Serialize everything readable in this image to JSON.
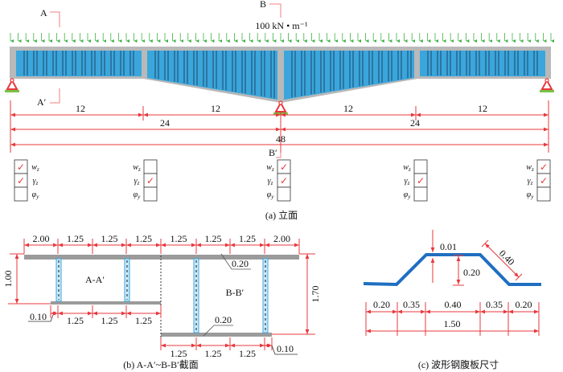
{
  "elevation": {
    "section_a_label": "A",
    "section_a_prime_label": "A′",
    "section_b_label": "B",
    "section_b_prime_label": "B′",
    "load_label": "100 kN • m⁻¹",
    "span_dims": [
      "12",
      "12",
      "12",
      "12"
    ],
    "half_dims": [
      "24",
      "24"
    ],
    "total_dim": "48",
    "caption": "(a)  立面",
    "dof_labels": [
      "w",
      "γ",
      "φ"
    ],
    "dof_subs": [
      "z",
      "z",
      "y"
    ],
    "check_mark": "✓",
    "constraints": [
      {
        "w": true,
        "gamma": true,
        "phi": false
      },
      {
        "w": false,
        "gamma": true,
        "phi": false
      },
      {
        "w": true,
        "gamma": true,
        "phi": false
      },
      {
        "w": false,
        "gamma": true,
        "phi": false
      },
      {
        "w": true,
        "gamma": true,
        "phi": false
      }
    ]
  },
  "section": {
    "top_dims": [
      "2.00",
      "1.25",
      "1.25",
      "1.25",
      "1.25",
      "1.25",
      "1.25",
      "2.00"
    ],
    "a_bottom_dims": [
      "1.25",
      "1.25",
      "1.25"
    ],
    "b_bottom_dims": [
      "1.25",
      "1.25",
      "1.25"
    ],
    "height_a": "1.00",
    "height_b": "1.70",
    "flange_thickness_top": "0.20",
    "flange_thickness_bottom": "0.20",
    "overhang_a": "0.10",
    "overhang_b": "0.10",
    "label_a": "A-A′",
    "label_b": "B-B′",
    "caption": "(b)  A-A′~B-B′截面"
  },
  "web": {
    "thickness": "0.01",
    "depth": "0.20",
    "incline": "0.40",
    "segments": [
      "0.20",
      "0.35",
      "0.40",
      "0.35",
      "0.20"
    ],
    "total": "1.50",
    "caption": "(c)  波形钢腹板尺寸"
  },
  "colors": {
    "dimension": "#e8383d",
    "web_blue": "#3aa6dc",
    "flange_gray": "#b9b9b9",
    "load_green": "#3cb043"
  }
}
